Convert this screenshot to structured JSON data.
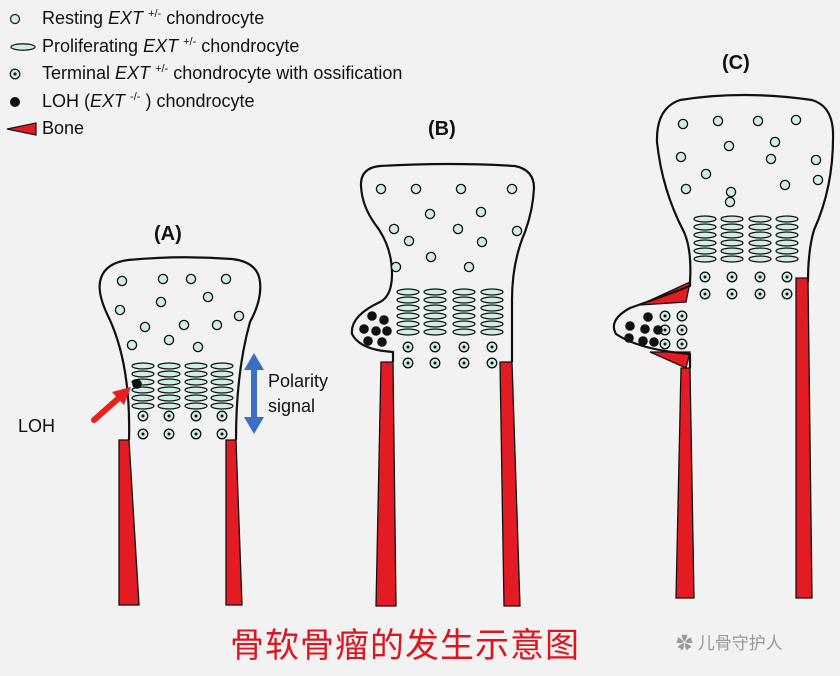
{
  "legend": {
    "resting": {
      "before": "Resting",
      "gene": "EXT",
      "genotype": "+/-",
      "after": "chondrocyte"
    },
    "proliferating": {
      "before": "Proliferating",
      "gene": "EXT",
      "genotype": "+/-",
      "after": "chondrocyte"
    },
    "terminal": {
      "before": "Terminal",
      "gene": "EXT",
      "genotype": "+/-",
      "after": "chondrocyte with ossification"
    },
    "loh": {
      "before": "LOH (",
      "gene": "EXT",
      "genotype": "-/-",
      "after": ") chondrocyte"
    },
    "bone": "Bone"
  },
  "panels": [
    "(A)",
    "(B)",
    "(C)"
  ],
  "annotations": {
    "loh": "LOH",
    "polarity_1": "Polarity",
    "polarity_2": "signal"
  },
  "caption": "骨软骨瘤的发生示意图",
  "watermark": "儿骨守护人",
  "colors": {
    "background": "#f2f2f2",
    "cell_fill": "#cfeee6",
    "bone": "#e31b23",
    "outline": "#111111",
    "caption": "#e0141e",
    "arrow_loh": "#e8201c",
    "arrow_polarity": "#3a6fc4"
  }
}
